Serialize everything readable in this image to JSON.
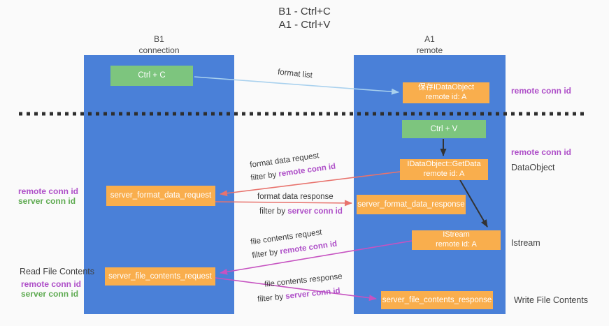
{
  "title": {
    "line1": "B1 - Ctrl+C",
    "line2": "A1 - Ctrl+V"
  },
  "lanes": {
    "left": {
      "name": "B1",
      "subtitle": "connection"
    },
    "right": {
      "name": "A1",
      "subtitle": "remote"
    }
  },
  "nodes": {
    "ctrl_c": {
      "label": "Ctrl + C"
    },
    "ctrl_v": {
      "label": "Ctrl + V"
    },
    "store_idataobject": {
      "line1": "保存IDataObject",
      "line2": "remote id: A"
    },
    "idataobject_getdata": {
      "line1": "IDataObject::GetData",
      "line2": "remote id: A"
    },
    "istream": {
      "line1": "IStream",
      "line2": "remote id: A"
    },
    "server_format_data_request": {
      "label": "server_format_data_request"
    },
    "server_format_data_response": {
      "label": "server_format_data_response"
    },
    "server_file_contents_request": {
      "label": "server_file_contents_request"
    },
    "server_file_contents_response": {
      "label": "server_file_contents_response"
    }
  },
  "arrows": {
    "format_list": {
      "label": "format list"
    },
    "format_data_request": {
      "label": "format data request",
      "filter_prefix": "filter by ",
      "filter_key": "remote conn id"
    },
    "format_data_response": {
      "label": "format data response",
      "filter_prefix": "filter by ",
      "filter_key": "server conn id"
    },
    "file_contents_request": {
      "label": "file contents request",
      "filter_prefix": "filter by ",
      "filter_key": "remote conn id"
    },
    "file_contents_response": {
      "label": "file contents response",
      "filter_prefix": "filter by ",
      "filter_key": "server conn id"
    }
  },
  "annotations": {
    "top_right_remote_conn_id": "remote conn id",
    "mid_right_remote_conn_id": "remote conn id",
    "dataobject": "DataObject",
    "istream": "Istream",
    "write_file_contents": "Write File Contents",
    "left_remote_conn_id": "remote conn id",
    "left_server_conn_id": "server conn id",
    "read_file_contents": "Read File Contents",
    "bottom_left_remote_conn_id": "remote conn id",
    "bottom_left_server_conn_id": "server conn id"
  },
  "colors": {
    "lane_blue": "#4a80d8",
    "node_orange": "#f9ae4d",
    "node_green": "#7dc57e",
    "arrow_light_blue": "#a9d1ee",
    "arrow_red": "#e8736d",
    "arrow_magenta": "#c653c1",
    "arrow_black": "#333333",
    "text_purple": "#ae4fc8",
    "text_green": "#5fab52",
    "dashed_line": "#2e2e2e"
  }
}
